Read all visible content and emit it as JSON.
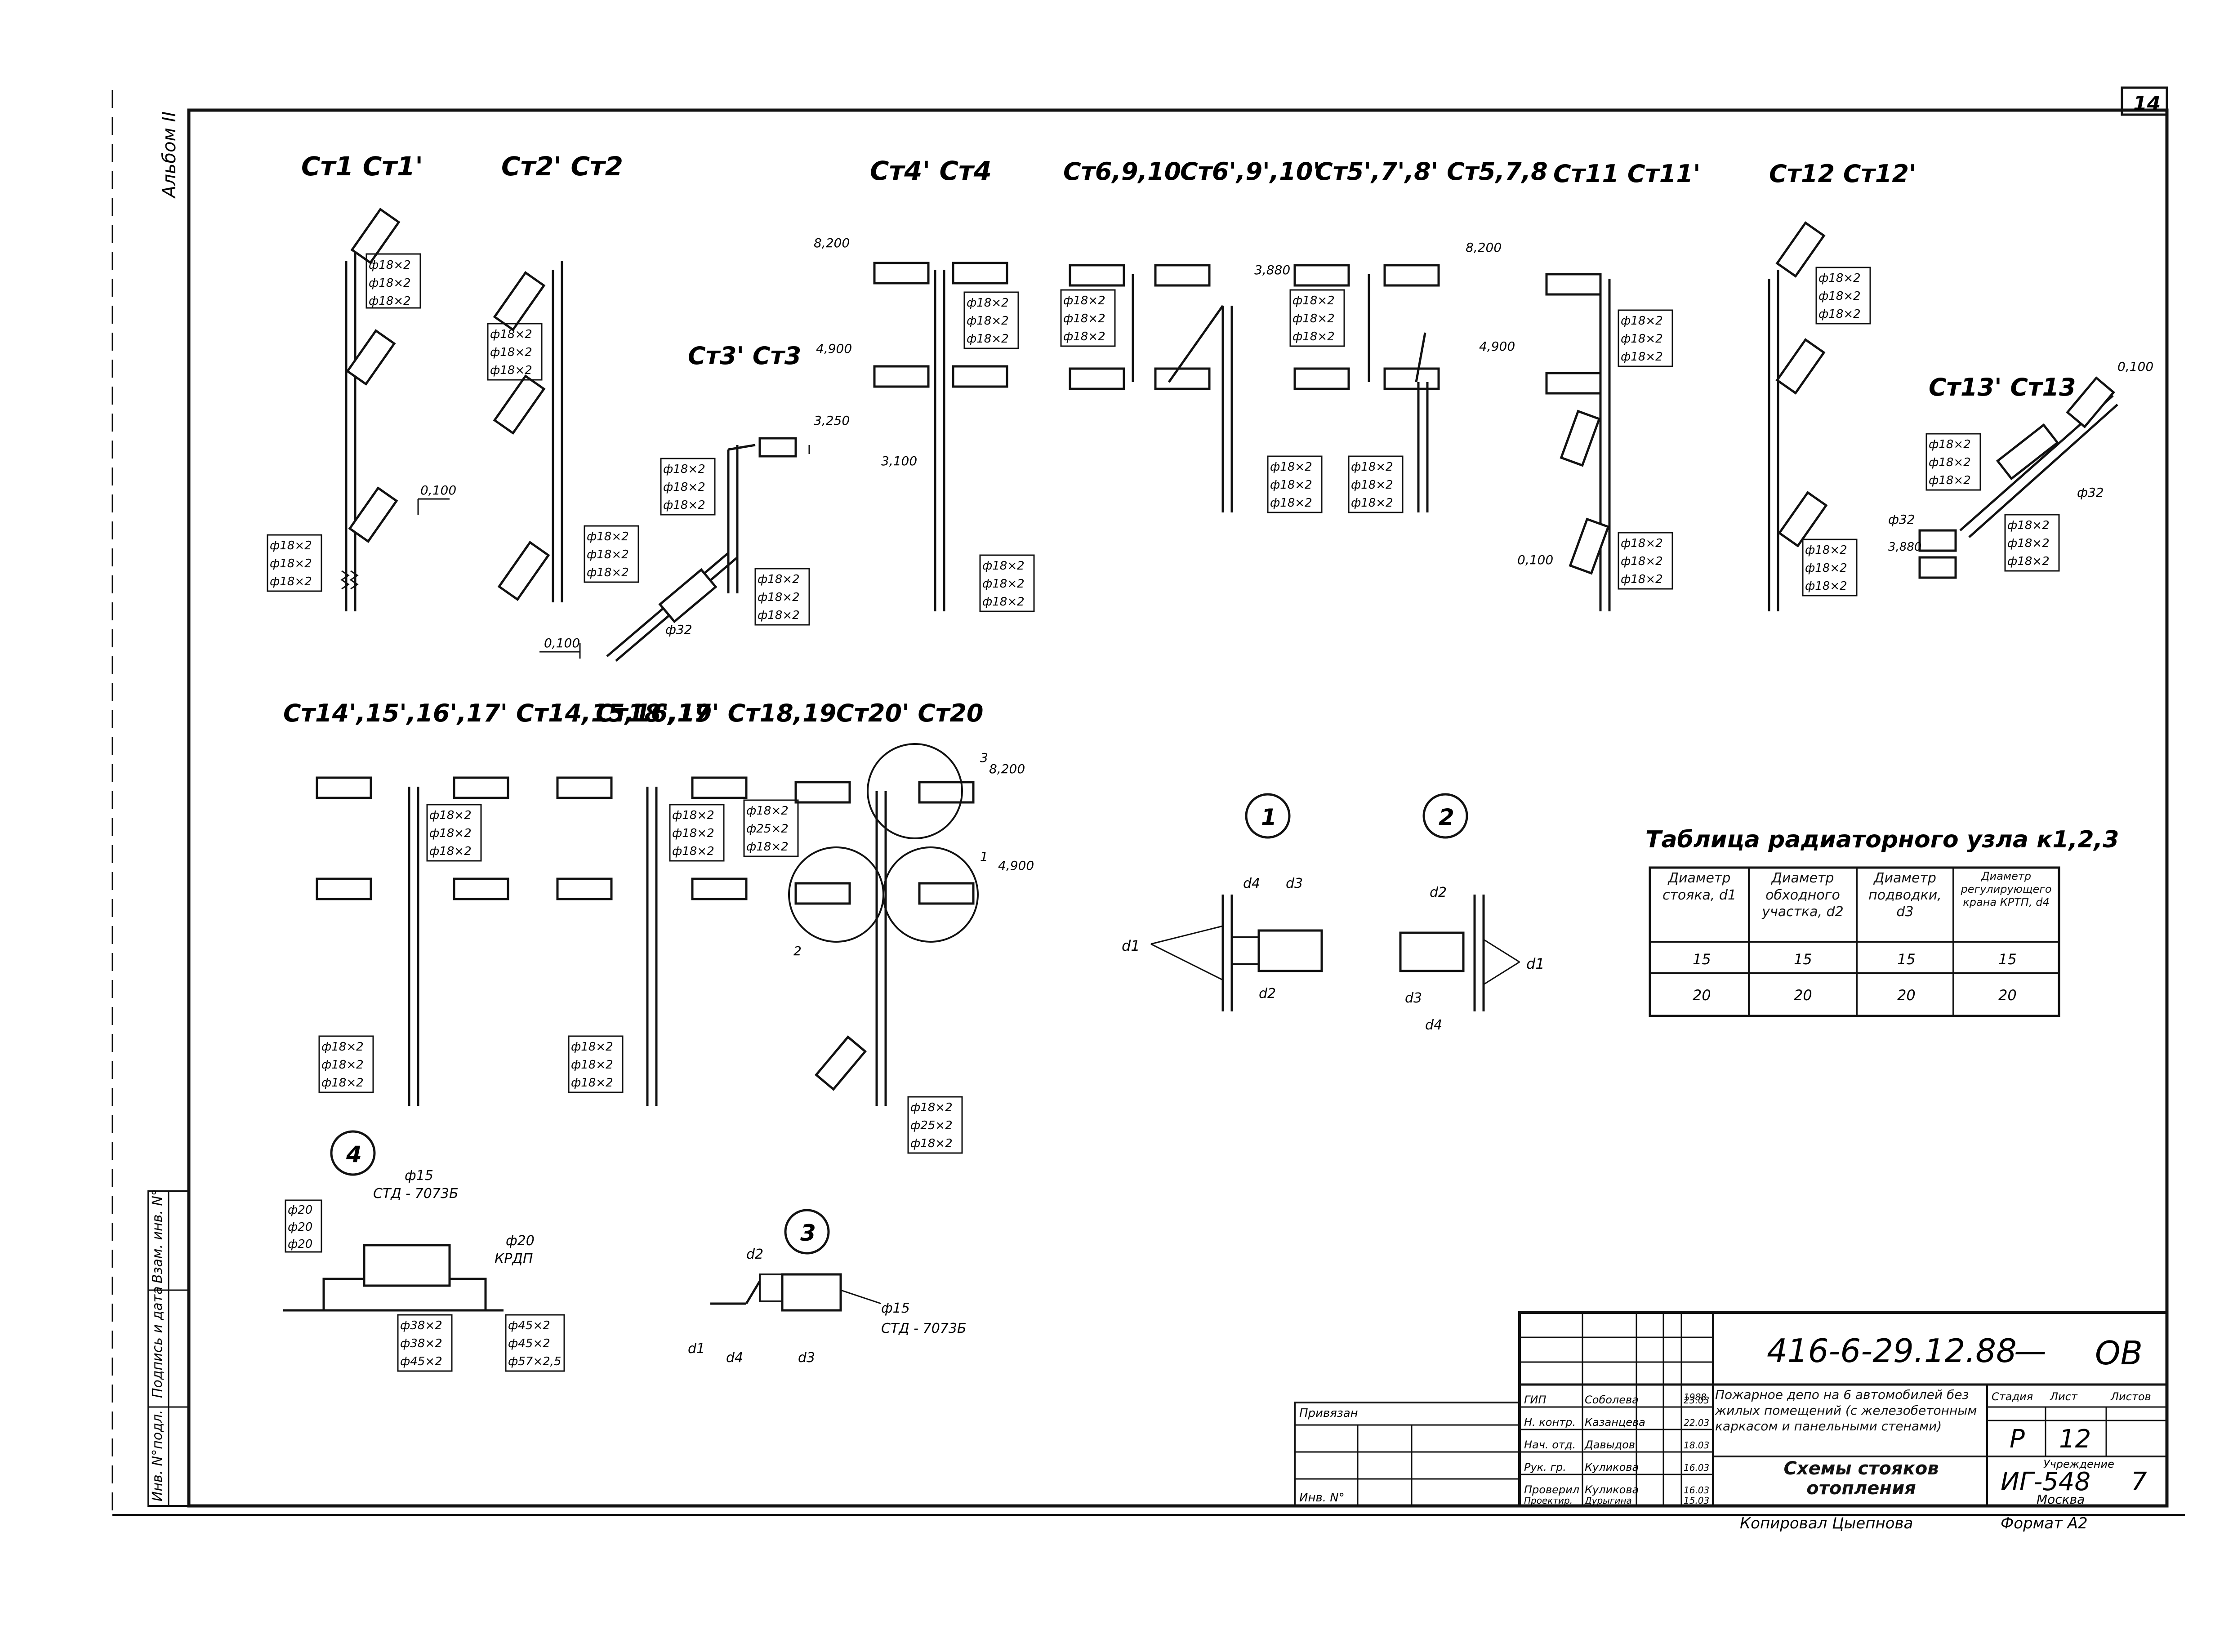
{
  "sheet_number": "14",
  "album_label": "Альбом II",
  "riser_groups": [
    {
      "title": "Ст1  Ст1'",
      "labels": [
        "ф18×2",
        "ф18×2",
        "ф18×2"
      ],
      "labels2": [
        "ф18×2",
        "ф18×2",
        "ф18×2"
      ],
      "level": "0,100"
    },
    {
      "title": "Ст2'  Ст2",
      "labels": [
        "ф18×2",
        "ф18×2",
        "ф18×2"
      ],
      "labels2": [
        "ф18×2",
        "ф18×2",
        "ф18×2"
      ],
      "level": "0,100"
    },
    {
      "title": "Ст3'  Ст3",
      "labels": [
        "ф18×2",
        "ф18×2",
        "ф18×2"
      ],
      "labels2": [
        "ф18×2",
        "ф18×2",
        "ф18×2"
      ],
      "level_top": "3,250",
      "pipe": "ф32"
    },
    {
      "title": "Ст4'   Ст4",
      "labels": [
        "ф18×2",
        "ф18×2",
        "ф18×2"
      ],
      "labels2": [
        "ф18×2",
        "ф18×2",
        "ф18×2"
      ],
      "levels": [
        "8,200",
        "4,900",
        "3,100"
      ]
    },
    {
      "title": "Ст6,9,10",
      "labels": [
        "ф18×2",
        "ф18×2",
        "ф18×2"
      ],
      "labels2": [
        "ф18×2",
        "ф18×2",
        "ф18×2"
      ]
    },
    {
      "title": "Ст6',9',10'",
      "level": "3,880"
    },
    {
      "title": "Ст5',7',8'  Ст5,7,8",
      "labels": [
        "ф18×2",
        "ф18×2",
        "ф18×2"
      ],
      "labels2": [
        "ф18×2",
        "ф18×2",
        "ф18×2"
      ]
    },
    {
      "title": "Ст11  Ст11'",
      "labels": [
        "ф18×2",
        "ф18×2",
        "ф18×2"
      ],
      "labels2": [
        "ф18×2",
        "ф18×2",
        "ф18×2"
      ],
      "levels": [
        "8,200",
        "4,900",
        "0,100"
      ]
    },
    {
      "title": "Ст12  Ст12'",
      "labels": [
        "ф18×2",
        "ф18×2",
        "ф18×2"
      ],
      "labels2": [
        "ф18×2",
        "ф18×2",
        "ф18×2"
      ]
    },
    {
      "title": "Ст13'   Ст13",
      "labels": [
        "ф18×2",
        "ф18×2",
        "ф18×2"
      ],
      "labels2": [
        "ф18×2",
        "ф18×2",
        "ф18×2"
      ],
      "pipe": "ф32",
      "level": "0,100",
      "level2": "3,880"
    }
  ],
  "riser_groups_row2": [
    {
      "title": "Ст14',15',16',17'  Ст14,15,16,17",
      "labels": [
        "ф18×2",
        "ф18×2",
        "ф18×2"
      ],
      "labels2": [
        "ф18×2",
        "ф18×2",
        "ф18×2"
      ]
    },
    {
      "title": "Ст18',19'  Ст18,19",
      "labels": [
        "ф18×2",
        "ф18×2",
        "ф18×2"
      ],
      "labels2": [
        "ф18×2",
        "ф18×2",
        "ф18×2"
      ]
    },
    {
      "title": "Ст20'  Ст20",
      "labels": [
        "ф18×2",
        "ф25×2",
        "ф18×2"
      ],
      "labels2": [
        "ф18×2",
        "ф25×2",
        "ф18×2"
      ],
      "levels": [
        "8,200",
        "4,900"
      ],
      "callouts": [
        "3",
        "1",
        "2"
      ]
    }
  ],
  "details": {
    "d1": "d1",
    "d2": "d2",
    "d3": "d3",
    "d4": "d4",
    "node1": "1",
    "node2": "2",
    "node3": "3",
    "node4": "4",
    "f15": "ф15",
    "std": "СТД - 7073Б",
    "f20": "ф20",
    "krdp": "КРДП",
    "n4_left": [
      "ф20",
      "ф20",
      "ф20"
    ],
    "n4_bottom_left": [
      "ф38×2",
      "ф38×2",
      "ф45×2"
    ],
    "n4_bottom_right": [
      "ф45×2",
      "ф45×2",
      "ф57×2,5"
    ]
  },
  "table": {
    "title": "Таблица  радиаторного узла к1,2,3",
    "headers": [
      "Диаметр стояка, d1",
      "Диаметр обходного участка, d2",
      "Диаметр подводки, d3",
      "Диаметр регулирующего крана КРТП, d4"
    ],
    "rows": [
      [
        "15",
        "15",
        "15",
        "15"
      ],
      [
        "20",
        "20",
        "20",
        "20"
      ]
    ]
  },
  "title_block": {
    "code": "416-6-29.12.88",
    "dash": "—",
    "suffix": "ОВ",
    "project_desc": "Пожарное депо на 6 автомобилей без жилых помещений (с железобетонным каркасом и панельными стенами)",
    "sheet_title": "Схемы стояков отопления",
    "stage_h": "Стадия",
    "sheet_h": "Лист",
    "sheets_h": "Листов",
    "stage": "Р",
    "sheet": "12",
    "org_h": "Учреждение",
    "org": "ИГ-548",
    "org_num": "7",
    "city": "Москва",
    "year": "1988",
    "roles": [
      "ГИП",
      "Н. контр.",
      "Нач. отд.",
      "Рук. гр.",
      "Проверил",
      "Проектир."
    ],
    "names": [
      "Соболева",
      "Казанцева",
      "Давыдов",
      "Куликова",
      "Куликова",
      "Дурыгина"
    ],
    "dates": [
      "23.03",
      "22.03",
      "18.03",
      "16.03",
      "16.03",
      "15.03"
    ],
    "privyazan": "Привязан",
    "inv": "Инв. N°",
    "copied": "Копировал Цыепнова",
    "format": "Формат А2",
    "side_labels": [
      "Инв. N°подл.",
      "Подпись и дата",
      "Взам. инв. N°"
    ]
  }
}
